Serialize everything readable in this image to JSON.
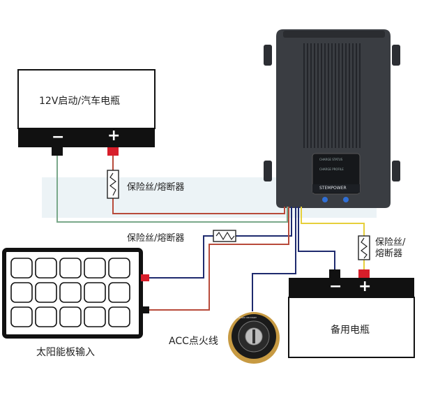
{
  "starter_battery": {
    "label": "12V启动/汽车电瓶",
    "minus": "−",
    "plus": "+"
  },
  "backup_battery": {
    "label": "备用电瓶",
    "minus": "−",
    "plus": "+"
  },
  "fuse_top": {
    "label": "保险丝/熔断器"
  },
  "fuse_mid": {
    "label": "保险丝/熔断器"
  },
  "fuse_right": {
    "line1": "保险丝/",
    "line2": "熔断器"
  },
  "solar_panel": {
    "label": "太阳能板输入"
  },
  "acc": {
    "label": "ACC点火线",
    "key_text": "LOCK ACC ON START"
  },
  "charger": {
    "brand": "STEMPOWER",
    "panel_line1": "CHARGE STATUS",
    "panel_line2": "CHARGE PROFILE"
  },
  "colors": {
    "wire_red": "#b84a3a",
    "wire_navy": "#1e2a6e",
    "wire_green": "#7aa88a",
    "wire_yellow": "#e6cf3a",
    "terminal_red": "#d81e2a",
    "battery_black": "#111111",
    "charger_body": "#3a3d42"
  }
}
